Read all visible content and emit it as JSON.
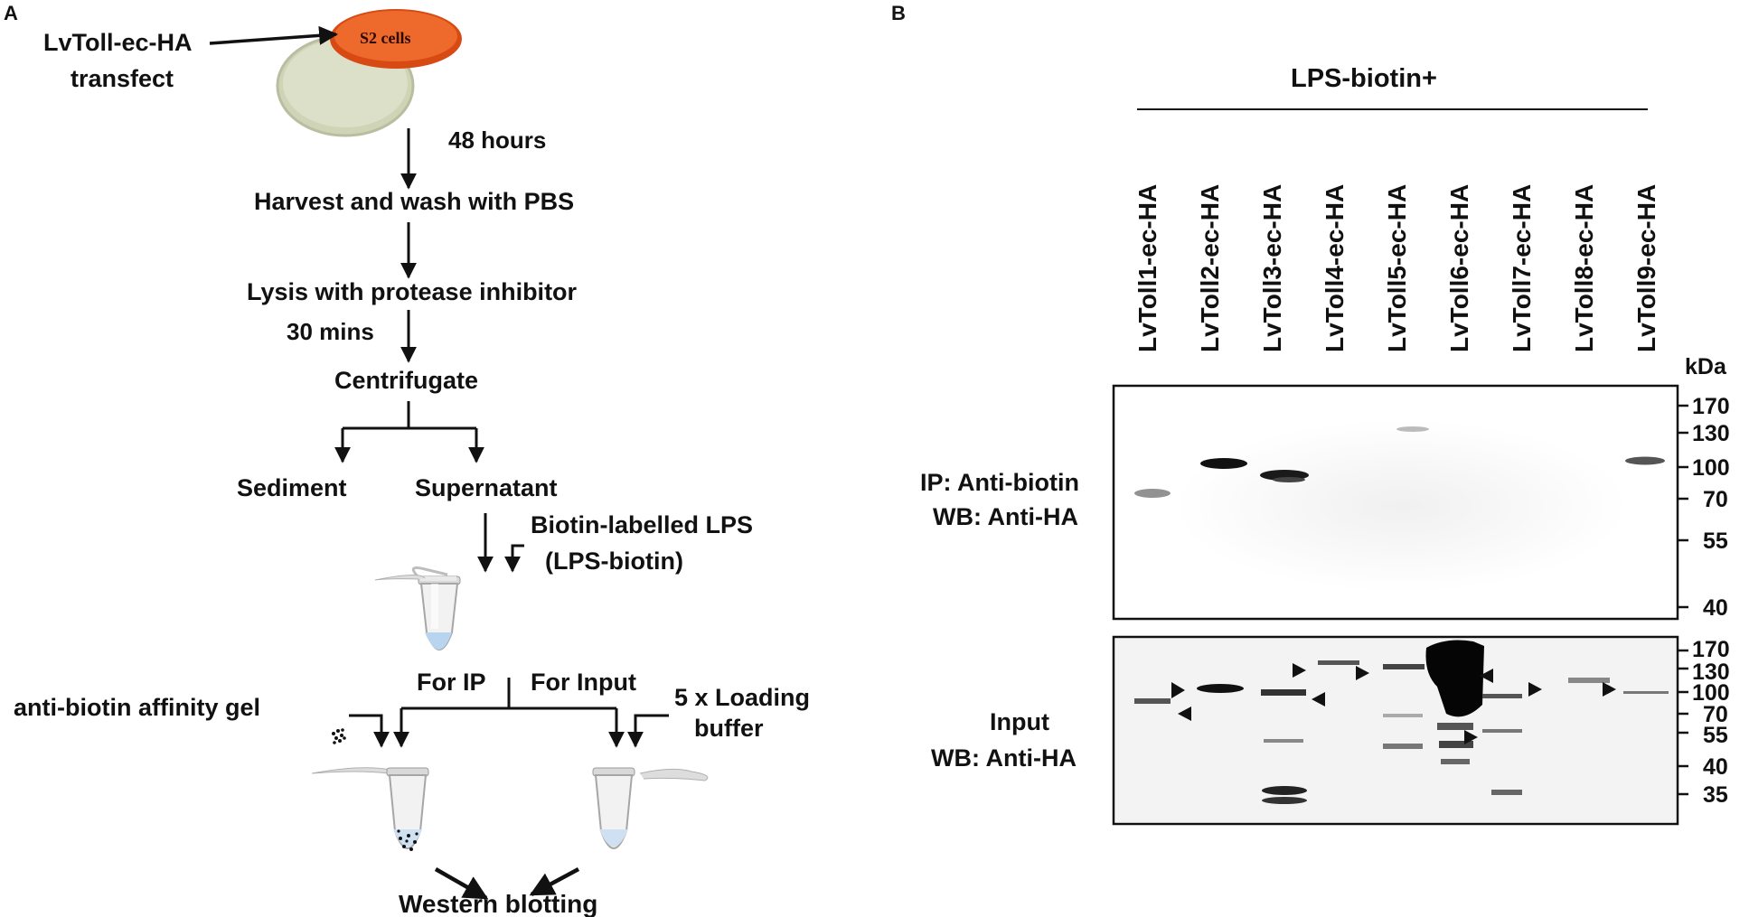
{
  "panel_a": {
    "label": "A",
    "transfect_line1": "LvToll-ec-HA",
    "transfect_line2": "transfect",
    "dish_label": "S2 cells",
    "step_time": "48 hours",
    "step_harvest": "Harvest and wash with PBS",
    "step_lysis": "Lysis with protease inhibitor",
    "step_lysis_time": "30 mins",
    "step_centrifugate": "Centrifugate",
    "sediment": "Sediment",
    "supernatant": "Supernatant",
    "lps_line1": "Biotin-labelled LPS",
    "lps_line2": "(LPS-biotin)",
    "for_ip": "For IP",
    "for_input": "For Input",
    "affinity_gel": "anti-biotin affinity gel",
    "loading_line1": "5 x Loading",
    "loading_line2": "buffer",
    "western": "Western blotting"
  },
  "panel_b": {
    "label": "B",
    "header": "LPS-biotin+",
    "lanes": [
      "LvToll1-ec-HA",
      "LvToll2-ec-HA",
      "LvToll3-ec-HA",
      "LvToll4-ec-HA",
      "LvToll5-ec-HA",
      "LvToll6-ec-HA",
      "LvToll7-ec-HA",
      "LvToll8-ec-HA",
      "LvToll9-ec-HA"
    ],
    "kda_label": "kDa",
    "ip_line1": "IP: Anti-biotin",
    "ip_line2": "WB: Anti-HA",
    "input_line1": "Input",
    "input_line2": "WB: Anti-HA",
    "ip_markers": [
      "170",
      "130",
      "100",
      "70",
      "55",
      "40"
    ],
    "input_markers": [
      "170",
      "130",
      "100",
      "70",
      "55",
      "40",
      "35"
    ]
  },
  "colors": {
    "dish_orange": "#e8561c",
    "dish_green": "#d7dcc0",
    "tube_liquid": "#b9d4ef"
  }
}
